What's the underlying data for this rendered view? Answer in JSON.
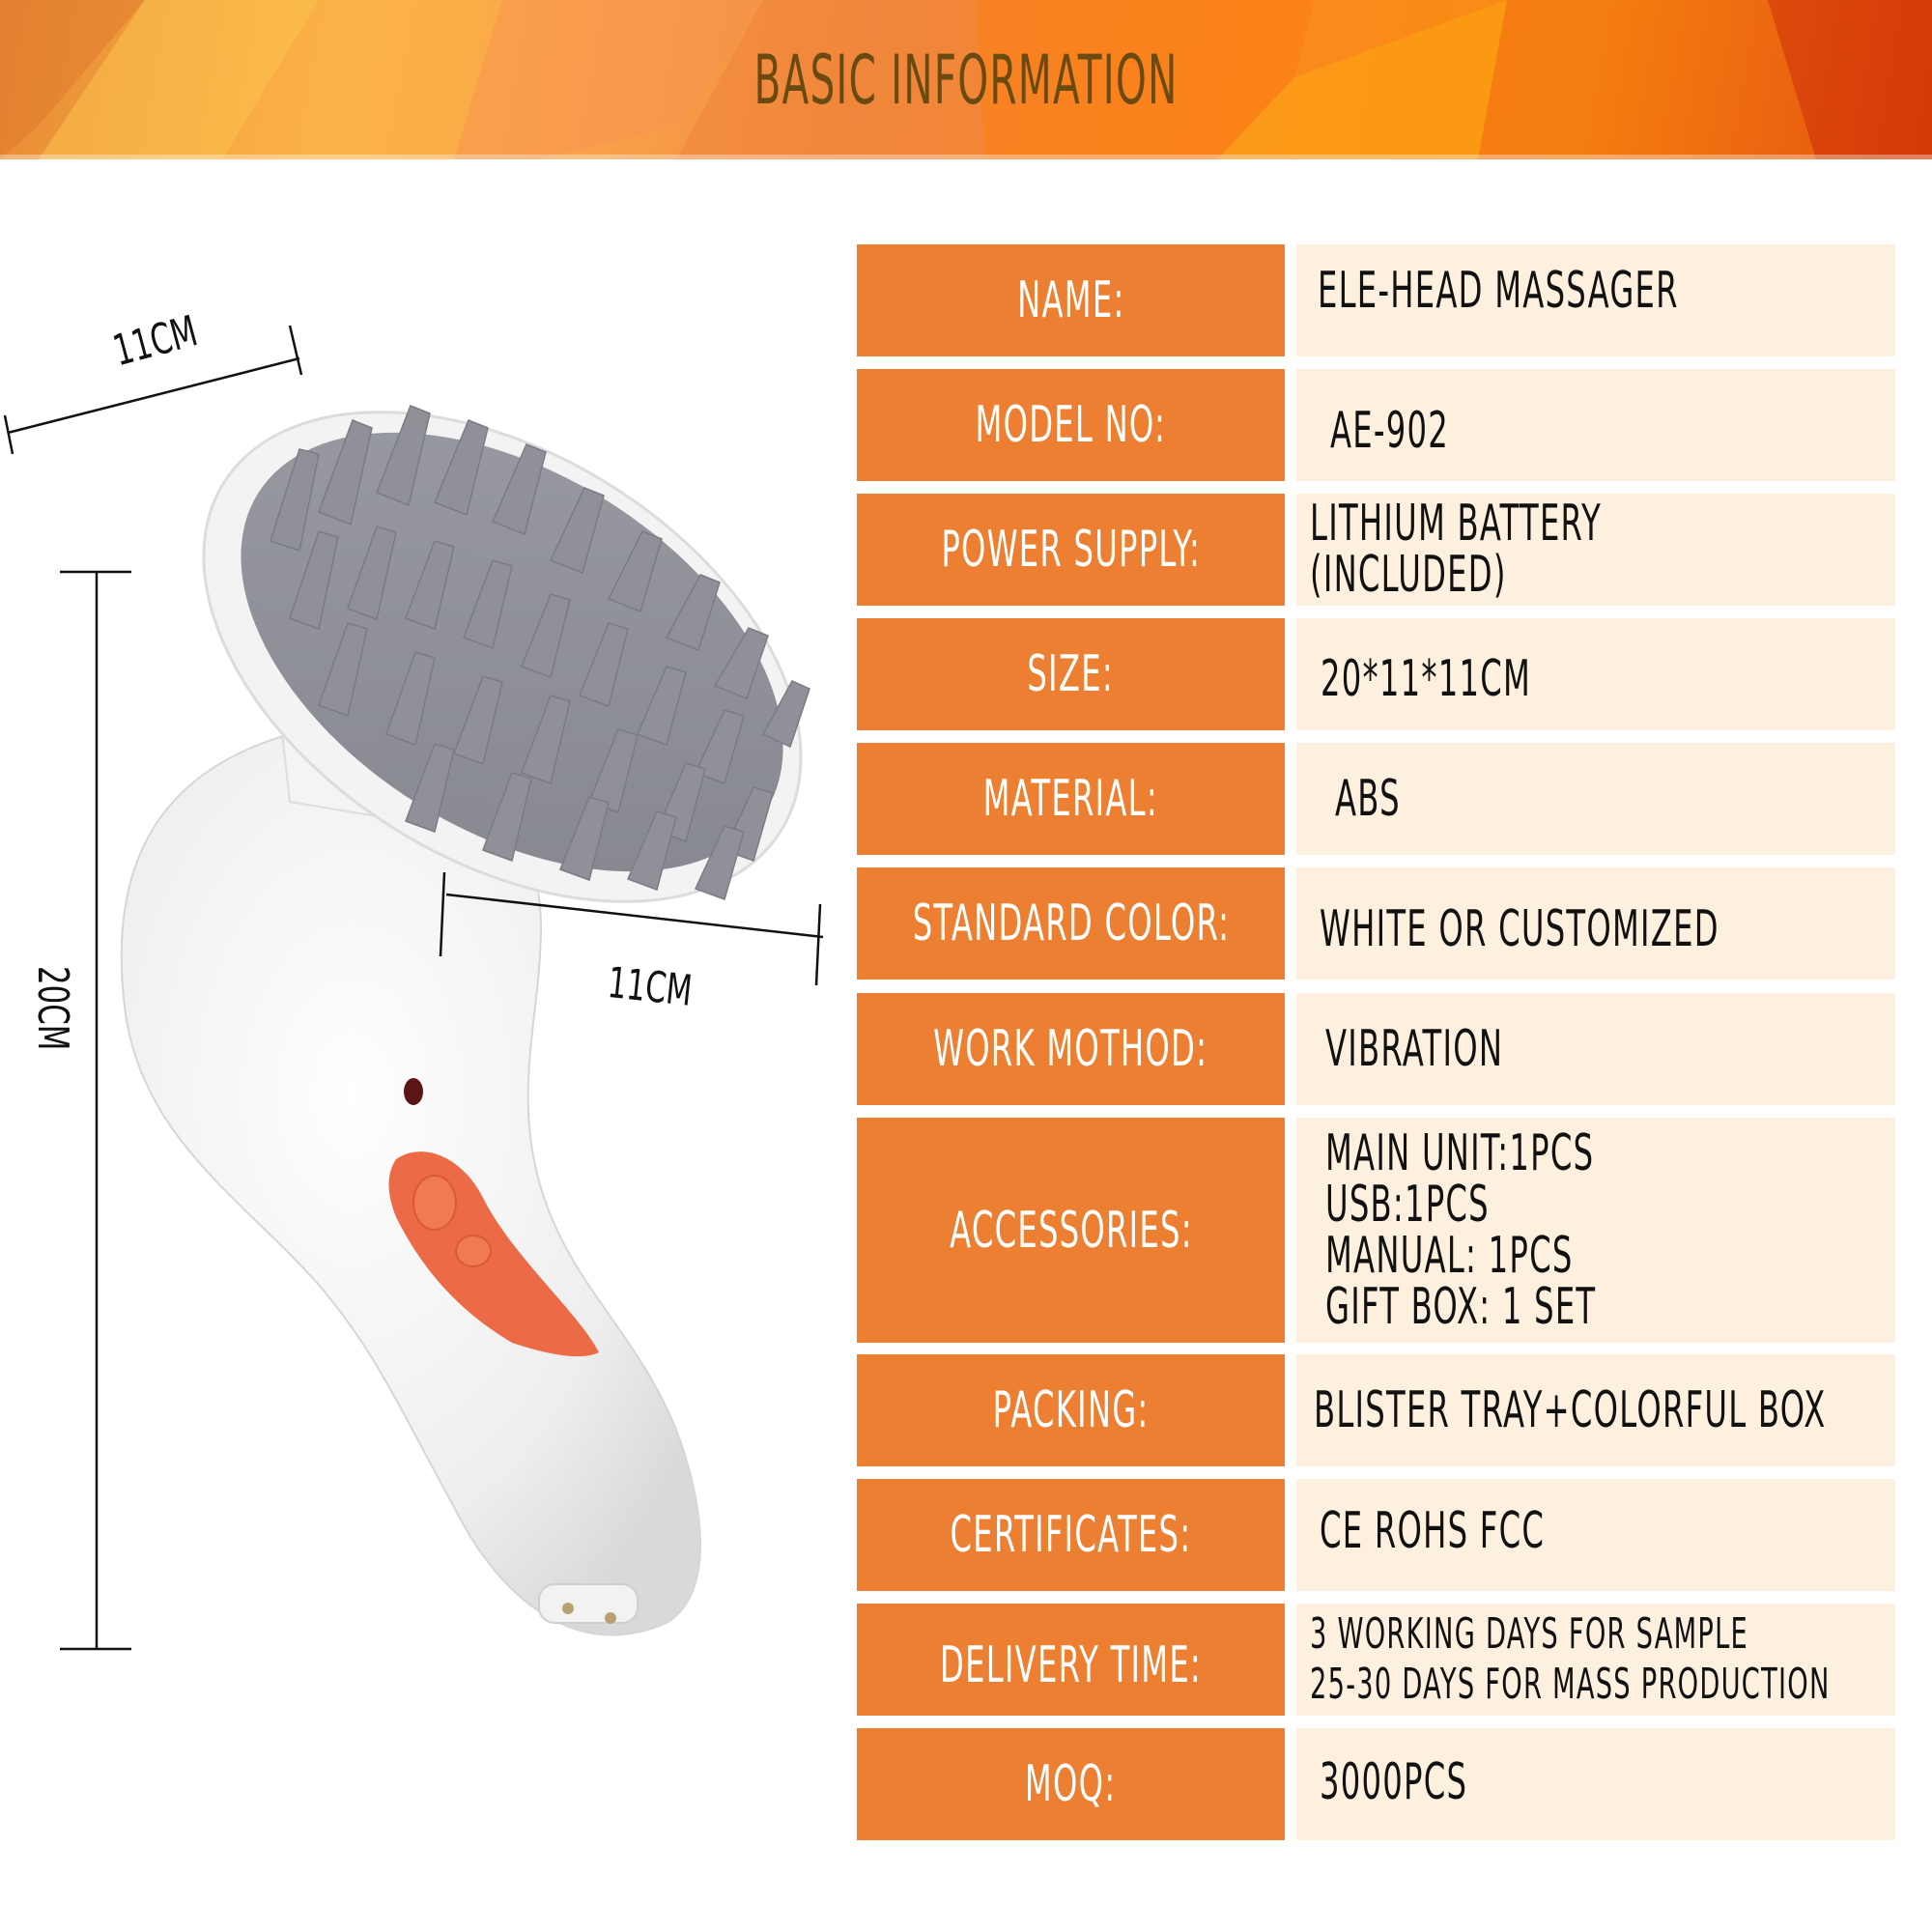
{
  "banner": {
    "title": "BASIC INFORMATION",
    "colors": {
      "title": "#6b4a12",
      "background_start": "#fbb545",
      "background_end": "#d63a0a"
    }
  },
  "product_image": {
    "description": "white handheld electric head massager with grey silicone bristle head and orange button panel",
    "dimensions": {
      "top_width": "11CM",
      "bottom_width": "11CM",
      "height": "20CM"
    }
  },
  "specs": {
    "colors": {
      "label_bg": "#ec7f31",
      "value_bg": "#fdf0df",
      "label_text": "#ffffff",
      "value_text": "#111111"
    },
    "rows": [
      {
        "label": "NAME:",
        "value": [
          "ELE-HEAD MASSAGER"
        ]
      },
      {
        "label": "MODEL NO:",
        "value": [
          "AE-902"
        ]
      },
      {
        "label": "POWER SUPPLY:",
        "value": [
          "LITHIUM BATTERY",
          "(INCLUDED)"
        ]
      },
      {
        "label": "SIZE:",
        "value": [
          "20*11*11CM"
        ]
      },
      {
        "label": "MATERIAL:",
        "value": [
          "ABS"
        ]
      },
      {
        "label": "STANDARD COLOR:",
        "value": [
          "WHITE OR CUSTOMIZED"
        ]
      },
      {
        "label": "WORK MOTHOD:",
        "value": [
          "VIBRATION"
        ]
      },
      {
        "label": "ACCESSORIES:",
        "value": [
          "MAIN UNIT:1PCS",
          "USB:1PCS",
          "MANUAL: 1PCS",
          "GIFT BOX: 1 SET"
        ]
      },
      {
        "label": "PACKING:",
        "value": [
          "BLISTER TRAY+COLORFUL BOX"
        ]
      },
      {
        "label": "CERTIFICATES:",
        "value": [
          "CE ROHS FCC"
        ]
      },
      {
        "label": "DELIVERY TIME:",
        "value": [
          "3 WORKING DAYS FOR SAMPLE",
          "25-30 DAYS FOR MASS PRODUCTION"
        ]
      },
      {
        "label": "MOQ:",
        "value": [
          "3000PCS"
        ]
      }
    ]
  }
}
